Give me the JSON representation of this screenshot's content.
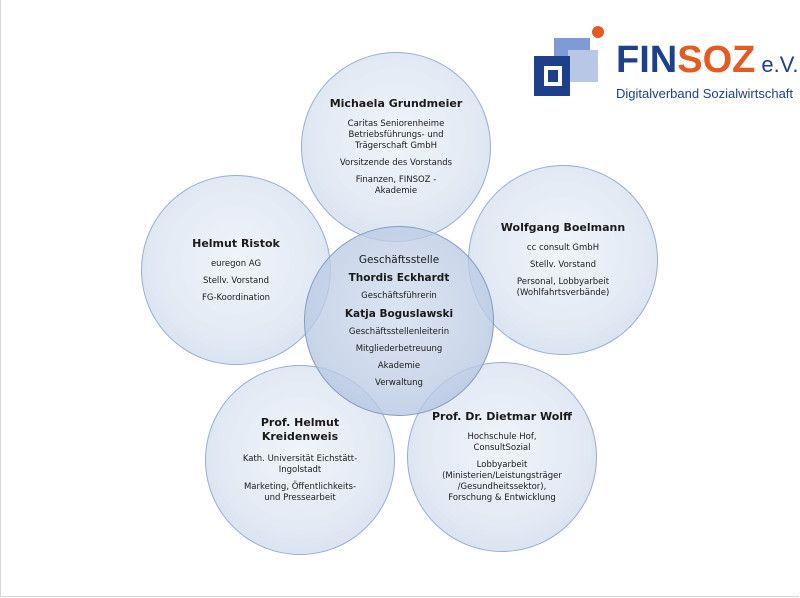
{
  "logo": {
    "text_fin": "FIN",
    "text_soz": "SOZ",
    "text_ev": "e.V.",
    "subtitle": "Digitalverband Sozialwirtschaft",
    "colors": {
      "blue": "#1e3f8a",
      "orange": "#e35a22",
      "lightblue": "#7f9bd6"
    }
  },
  "center": {
    "title": "Geschäftsstelle",
    "person1": {
      "name": "Thordis Eckhardt",
      "role": "Geschäftsführerin"
    },
    "person2": {
      "name": "Katja Boguslawski",
      "lines": [
        "Geschäftsstellenleiterin",
        "Mitgliederbetreuung",
        "Akademie",
        "Verwaltung"
      ]
    }
  },
  "top": {
    "name": "Michaela Grundmeier",
    "org": [
      "Caritas Seniorenheime",
      "Betriebsführungs- und",
      "Trägerschaft GmbH"
    ],
    "role": "Vorsitzende des Vorstands",
    "area": [
      "Finanzen, FINSOZ -",
      "Akademie"
    ]
  },
  "left": {
    "name": "Helmut Ristok",
    "org": "euregon AG",
    "role": "Stellv. Vorstand",
    "area": "FG-Koordination"
  },
  "right": {
    "name": "Wolfgang Boelmann",
    "org": "cc consult GmbH",
    "role": "Stellv. Vorstand",
    "area": [
      "Personal, Lobbyarbeit",
      "(Wohlfahrtsverbände)"
    ]
  },
  "bottom_left": {
    "name": [
      "Prof. Helmut",
      "Kreidenweis"
    ],
    "org": [
      "Kath. Universität Eichstätt-",
      "Ingolstadt"
    ],
    "area": [
      "Marketing, Öffentlichkeits-",
      "und Pressearbeit"
    ]
  },
  "bottom_right": {
    "name": "Prof. Dr. Dietmar Wolff",
    "org": [
      "Hochschule Hof,",
      "ConsultSozial"
    ],
    "area": [
      "Lobbyarbeit",
      "(Ministerien/Leistungsträger",
      "/Gesundheitssektor),",
      "Forschung & Entwicklung"
    ]
  }
}
